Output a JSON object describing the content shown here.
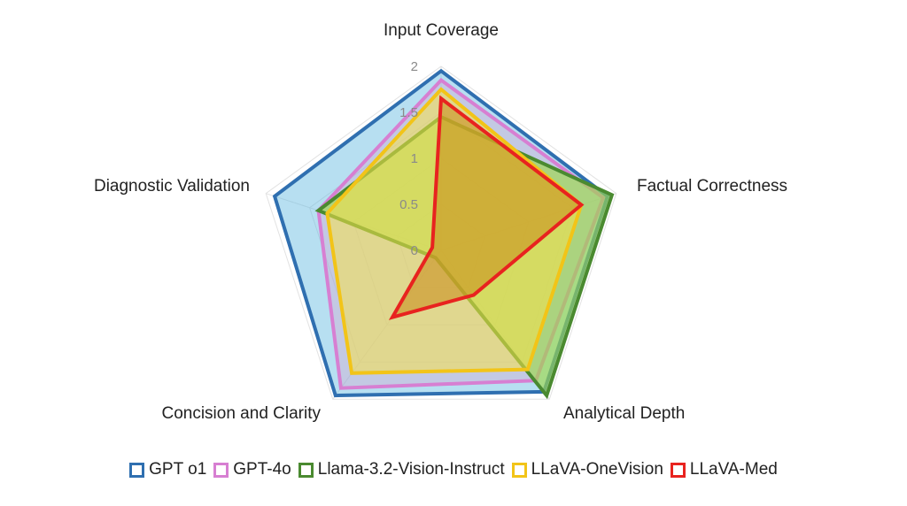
{
  "chart_data": {
    "type": "radar",
    "axes": [
      "Input Coverage",
      "Factual Correctness",
      "Analytical Depth",
      "Concision and Clarity",
      "Diagnostic Validation"
    ],
    "rlim": [
      0,
      2
    ],
    "ticks": [
      "0",
      "0.5",
      "1",
      "1.5",
      "2"
    ],
    "tick_values": [
      0,
      0.5,
      1,
      1.5,
      2
    ],
    "grid": true,
    "legend_position": "bottom",
    "series": [
      {
        "name": "GPT o1",
        "values": [
          1.95,
          1.9,
          1.9,
          1.95,
          1.9
        ],
        "color": "#2f6fb0",
        "fill": "#5fb7e0",
        "fill_opacity": 0.45
      },
      {
        "name": "GPT-4o",
        "values": [
          1.85,
          1.85,
          1.75,
          1.85,
          1.4
        ],
        "color": "#d77fd2",
        "fill": "#d9a0c8",
        "fill_opacity": 0.35
      },
      {
        "name": "Llama-3.2-Vision-Instruct",
        "values": [
          1.45,
          1.95,
          1.95,
          0.1,
          1.4
        ],
        "color": "#4a8a30",
        "fill": "#9ed84a",
        "fill_opacity": 0.65
      },
      {
        "name": "LLaVA-OneVision",
        "values": [
          1.75,
          1.6,
          1.6,
          1.65,
          1.3
        ],
        "color": "#f2c418",
        "fill": "#f7e24a",
        "fill_opacity": 0.55
      },
      {
        "name": "LLaVA-Med",
        "values": [
          1.65,
          1.6,
          0.6,
          0.9,
          0.1
        ],
        "color": "#e8231f",
        "fill": "#c98a18",
        "fill_opacity": 0.55
      }
    ]
  }
}
